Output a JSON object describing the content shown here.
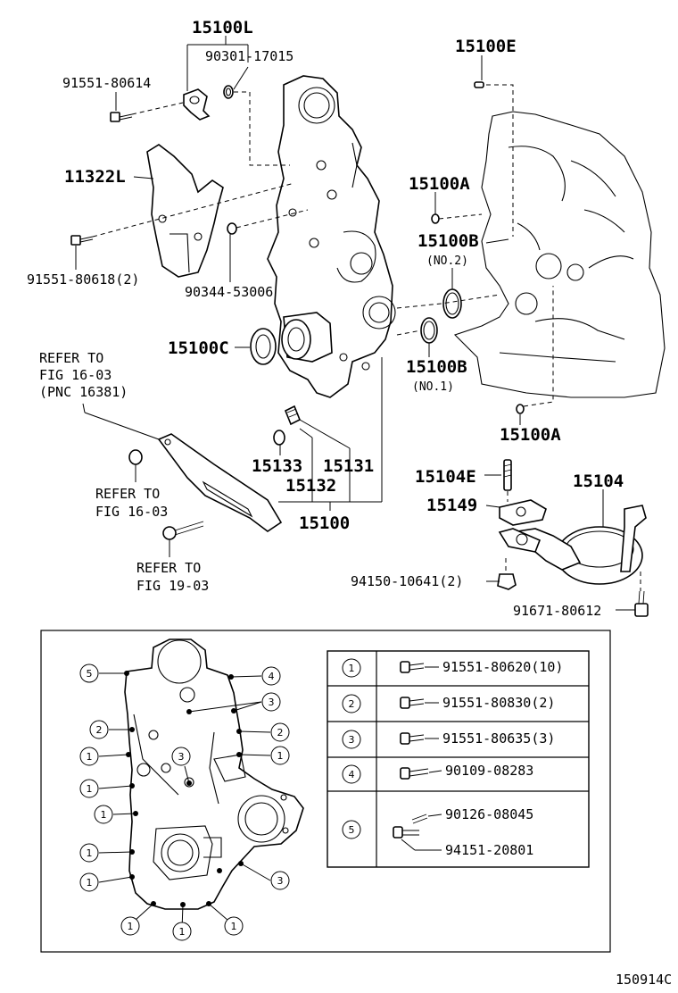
{
  "parts": {
    "p15100L": "15100L",
    "p90301": "90301-17015",
    "p91551_80614": "91551-80614",
    "p15100E": "15100E",
    "p11322L": "11322L",
    "p15100A_top": "15100A",
    "p15100B_no2": "15100B",
    "p15100B_no2_note": "(NO.2)",
    "p91551_80618": "91551-80618(2)",
    "p90344": "90344-53006",
    "p15100C": "15100C",
    "p15100B_no1": "15100B",
    "p15100B_no1_note": "(NO.1)",
    "refer1_line1": "REFER TO",
    "refer1_line2": "FIG 16-03",
    "refer1_line3": "(PNC 16381)",
    "p15100A_bot": "15100A",
    "p15133": "15133",
    "p15131": "15131",
    "p15132": "15132",
    "p15100": "15100",
    "refer2_line1": "REFER TO",
    "refer2_line2": "FIG 16-03",
    "p15104E": "15104E",
    "p15104": "15104",
    "p15149": "15149",
    "refer3_line1": "REFER TO",
    "refer3_line2": "FIG 19-03",
    "p94150": "94150-10641(2)",
    "p91671": "91671-80612"
  },
  "inset_callouts": [
    "5",
    "4",
    "3",
    "2",
    "2",
    "1",
    "1",
    "3",
    "1",
    "1",
    "1",
    "1",
    "3",
    "1",
    "1",
    "1",
    "1"
  ],
  "legend": [
    {
      "key": "1",
      "parts": [
        "91551-80620(10)"
      ]
    },
    {
      "key": "2",
      "parts": [
        "91551-80830(2)"
      ]
    },
    {
      "key": "3",
      "parts": [
        "91551-80635(3)"
      ]
    },
    {
      "key": "4",
      "parts": [
        "90109-08283"
      ]
    },
    {
      "key": "5",
      "parts": [
        "90126-08045",
        "94151-20801"
      ]
    }
  ],
  "figure_code": "150914C"
}
